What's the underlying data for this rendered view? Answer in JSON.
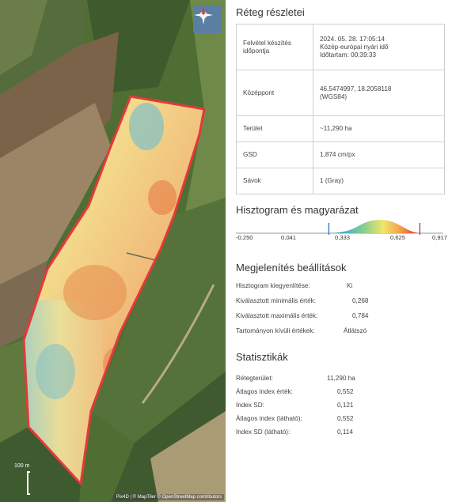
{
  "map": {
    "scale_label": "100 m",
    "attribution": "Pix4D | © MapTiler © OpenStreetMap contributors",
    "compass_icon": "compass-icon",
    "colors": {
      "outline": "#e23a3a",
      "field_low": "#4fa3c8",
      "field_mid": "#f5e79b",
      "field_high": "#e06b3a",
      "grass": "#4e6e34"
    }
  },
  "details": {
    "title": "Réteg részletei",
    "rows": [
      {
        "label": "Felvétel készítés időpontja",
        "lines": [
          "2024. 05. 28. 17:05:14",
          "Közép-európai nyári idő",
          "Időtartam: 00:39:33"
        ]
      },
      {
        "label": "Középpont",
        "lines": [
          "46.5474997, 18.2058118",
          "(WGS84)"
        ]
      },
      {
        "label": "Terület",
        "lines": [
          "~11,290 ha"
        ]
      },
      {
        "label": "GSD",
        "lines": [
          "1,874 cm/px"
        ]
      },
      {
        "label": "Sávok",
        "lines": [
          "1 (Gray)"
        ]
      }
    ]
  },
  "histogram": {
    "title": "Hisztogram és magyarázat",
    "ticks": [
      "-0,250",
      "0,041",
      "0,333",
      "0,625",
      "0,917"
    ],
    "min_value": 0.268,
    "max_value": 0.784,
    "gradient": [
      "#2a6fb0",
      "#4fb3c9",
      "#8fd08a",
      "#f2e56b",
      "#f29b45",
      "#d7303a"
    ]
  },
  "display": {
    "title": "Megjelenítés beállítások",
    "rows": [
      {
        "label": "Hisztogram kiegyenlítése:",
        "value": "Ki"
      },
      {
        "label": "Kiválasztott minimális érték:",
        "value": "0,268"
      },
      {
        "label": "Kiválasztott maximális érték:",
        "value": "0,784"
      },
      {
        "label": "Tartományon kívüli értékek:",
        "value": "Átlátszó"
      }
    ]
  },
  "stats": {
    "title": "Statisztikák",
    "rows": [
      {
        "label": "Rétegterület:",
        "value": "11,290 ha"
      },
      {
        "label": "Átlagos index érték:",
        "value": "0,552"
      },
      {
        "label": "Index SD:",
        "value": "0,121"
      },
      {
        "label": "Átlagos index (látható):",
        "value": "0,552"
      },
      {
        "label": "Index SD (látható):",
        "value": "0,114"
      }
    ]
  }
}
